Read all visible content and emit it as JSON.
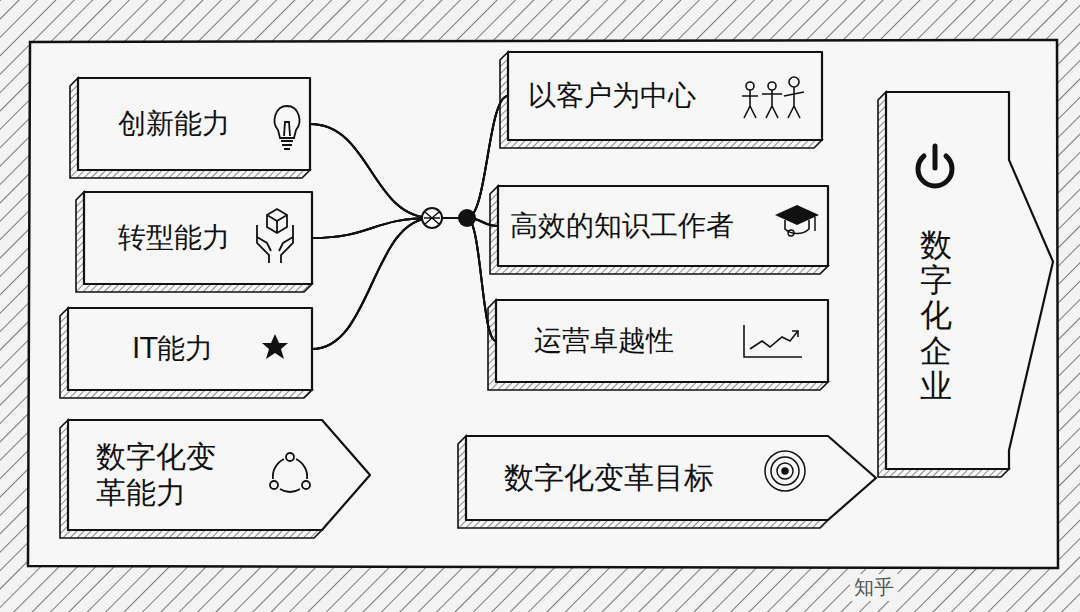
{
  "diagram": {
    "nodes": [
      {
        "text": [
          "创新能力"
        ]
      },
      {
        "text": [
          "转型能力"
        ]
      },
      {
        "text": [
          "IT能力"
        ]
      },
      {
        "text": [
          "数字化变革能力"
        ]
      },
      {
        "text": [
          "以客户为中心"
        ]
      },
      {
        "text": [
          "高效的知识工作者"
        ]
      },
      {
        "text": [
          "运营卓越性"
        ]
      },
      {
        "text": [
          "数字化变革目标"
        ]
      },
      {
        "text": [
          "数字化企业"
        ]
      }
    ],
    "edges": [
      {
        "from": 0,
        "to": 4,
        "arrow": "none"
      },
      {
        "from": 0,
        "to": 5,
        "arrow": "none"
      },
      {
        "from": 0,
        "to": 6,
        "arrow": "none"
      },
      {
        "from": 1,
        "to": 4,
        "arrow": "none"
      },
      {
        "from": 1,
        "to": 5,
        "arrow": "none"
      },
      {
        "from": 1,
        "to": 6,
        "arrow": "none"
      },
      {
        "from": 2,
        "to": 4,
        "arrow": "none"
      },
      {
        "from": 2,
        "to": 5,
        "arrow": "none"
      },
      {
        "from": 2,
        "to": 6,
        "arrow": "none"
      }
    ],
    "labels": [
      "知乎"
    ]
  }
}
